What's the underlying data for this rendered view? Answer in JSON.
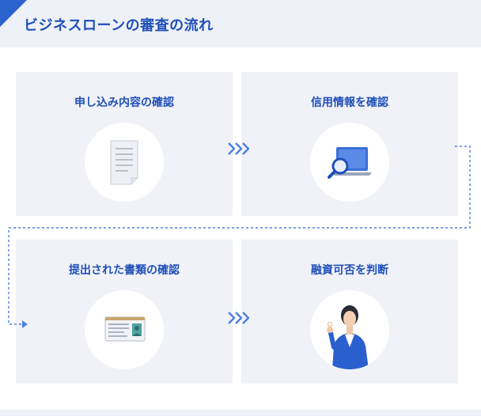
{
  "title": "ビジネスローンの審査の流れ",
  "steps": [
    {
      "label": "申し込み内容の確認",
      "icon": "document-icon"
    },
    {
      "label": "信用情報を確認",
      "icon": "laptop-magnifier-icon"
    },
    {
      "label": "提出された書類の確認",
      "icon": "id-card-icon"
    },
    {
      "label": "融資可否を判断",
      "icon": "person-ok-gesture-icon"
    }
  ],
  "colors": {
    "accent": "#1f4fb8",
    "arrow": "#4d7fe0",
    "card_bg": "#f0f2f8",
    "page_bg": "#f4f6fb"
  }
}
